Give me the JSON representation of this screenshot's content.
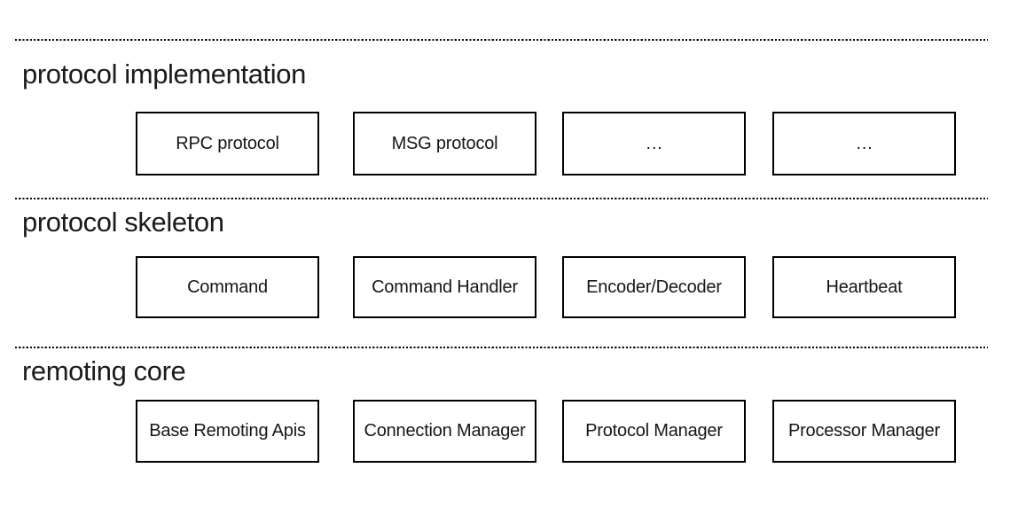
{
  "diagram": {
    "layers": [
      {
        "title": "protocol implementation",
        "boxes": [
          "RPC protocol",
          "MSG protocol",
          "…",
          "…"
        ]
      },
      {
        "title": "protocol skeleton",
        "boxes": [
          "Command",
          "Command Handler",
          "Encoder/Decoder",
          "Heartbeat"
        ]
      },
      {
        "title": "remoting core",
        "boxes": [
          "Base Remoting Apis",
          "Connection Manager",
          "Protocol Manager",
          "Processor Manager"
        ]
      }
    ],
    "colors": {
      "background": "#ffffff",
      "border": "#000000",
      "text": "#1b1b1b"
    }
  }
}
